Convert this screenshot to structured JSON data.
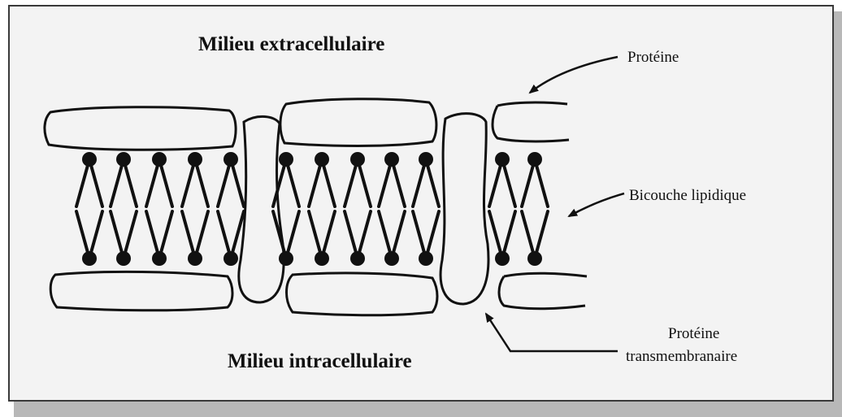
{
  "labels": {
    "extracellular": "Milieu extracellulaire",
    "intracellular": "Milieu intracellulaire",
    "protein": "Protéine",
    "bilayer": "Bicouche lipidique",
    "transmembrane_line1": "Protéine",
    "transmembrane_line2": "transmembranaire"
  },
  "colors": {
    "ink": "#111111",
    "frame_border": "#3a3a3a",
    "frame_fill": "#f3f3f3",
    "shadow": "#b8b8b8"
  }
}
